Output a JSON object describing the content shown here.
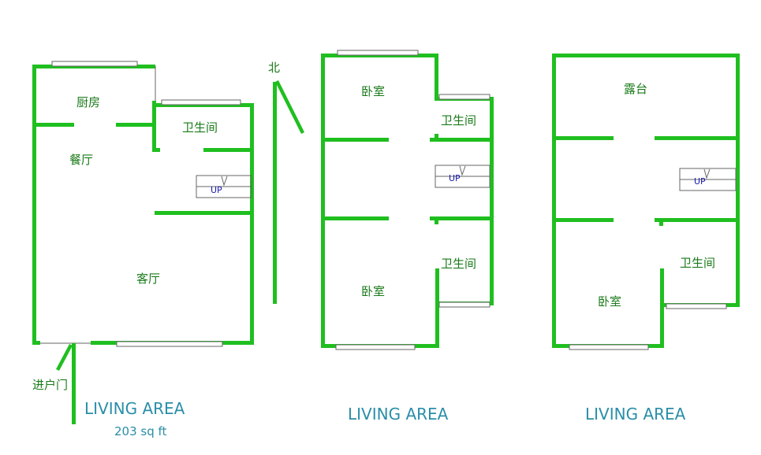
{
  "plans": [
    {
      "rooms": [
        "厨房",
        "卫生间",
        "餐厅",
        "客厅"
      ],
      "stair_label": "UP",
      "north_label": "北",
      "entrance_label": "进户门",
      "area_title": "LIVING AREA",
      "area_value": "203 sq ft"
    },
    {
      "rooms": [
        "卧室",
        "卫生间",
        "卫生间",
        "卧室"
      ],
      "stair_label": "UP",
      "area_title": "LIVING AREA"
    },
    {
      "rooms": [
        "露台",
        "卫生间",
        "卧室"
      ],
      "stair_label": "UP",
      "area_title": "LIVING AREA"
    }
  ],
  "colors": {
    "wall": "#1fbf1f",
    "room_text": "#1a7a1a",
    "area_text": "#2a8ea8",
    "stair_text": "#1a1ab0"
  }
}
